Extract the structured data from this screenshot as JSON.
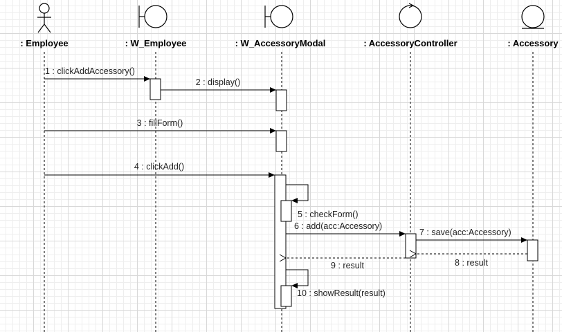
{
  "participants": [
    {
      "id": "employee",
      "name": ": Employee",
      "kind": "actor",
      "icon": "actor-icon"
    },
    {
      "id": "w_employee",
      "name": ": W_Employee",
      "kind": "boundary",
      "icon": "boundary-icon"
    },
    {
      "id": "w_modal",
      "name": ": W_AccessoryModal",
      "kind": "boundary",
      "icon": "boundary-icon"
    },
    {
      "id": "controller",
      "name": ": AccessoryController",
      "kind": "control",
      "icon": "control-icon"
    },
    {
      "id": "accessory",
      "name": ": Accessory",
      "kind": "entity",
      "icon": "entity-icon"
    }
  ],
  "messages": [
    {
      "n": 1,
      "label": "1 : clickAddAccessory()",
      "from": "employee",
      "to": "w_employee",
      "type": "sync"
    },
    {
      "n": 2,
      "label": "2 : display()",
      "from": "w_employee",
      "to": "w_modal",
      "type": "sync"
    },
    {
      "n": 3,
      "label": "3 : fillForm()",
      "from": "employee",
      "to": "w_modal",
      "type": "sync"
    },
    {
      "n": 4,
      "label": "4 : clickAdd()",
      "from": "employee",
      "to": "w_modal",
      "type": "sync"
    },
    {
      "n": 5,
      "label": "5 : checkForm()",
      "from": "w_modal",
      "to": "w_modal",
      "type": "self"
    },
    {
      "n": 6,
      "label": "6 : add(acc:Accessory)",
      "from": "w_modal",
      "to": "controller",
      "type": "sync"
    },
    {
      "n": 7,
      "label": "7 : save(acc:Accessory)",
      "from": "controller",
      "to": "accessory",
      "type": "sync"
    },
    {
      "n": 8,
      "label": "8 : result",
      "from": "accessory",
      "to": "controller",
      "type": "return"
    },
    {
      "n": 9,
      "label": "9 : result",
      "from": "controller",
      "to": "w_modal",
      "type": "return"
    },
    {
      "n": 10,
      "label": "10 : showResult(result)",
      "from": "w_modal",
      "to": "w_modal",
      "type": "self"
    }
  ]
}
